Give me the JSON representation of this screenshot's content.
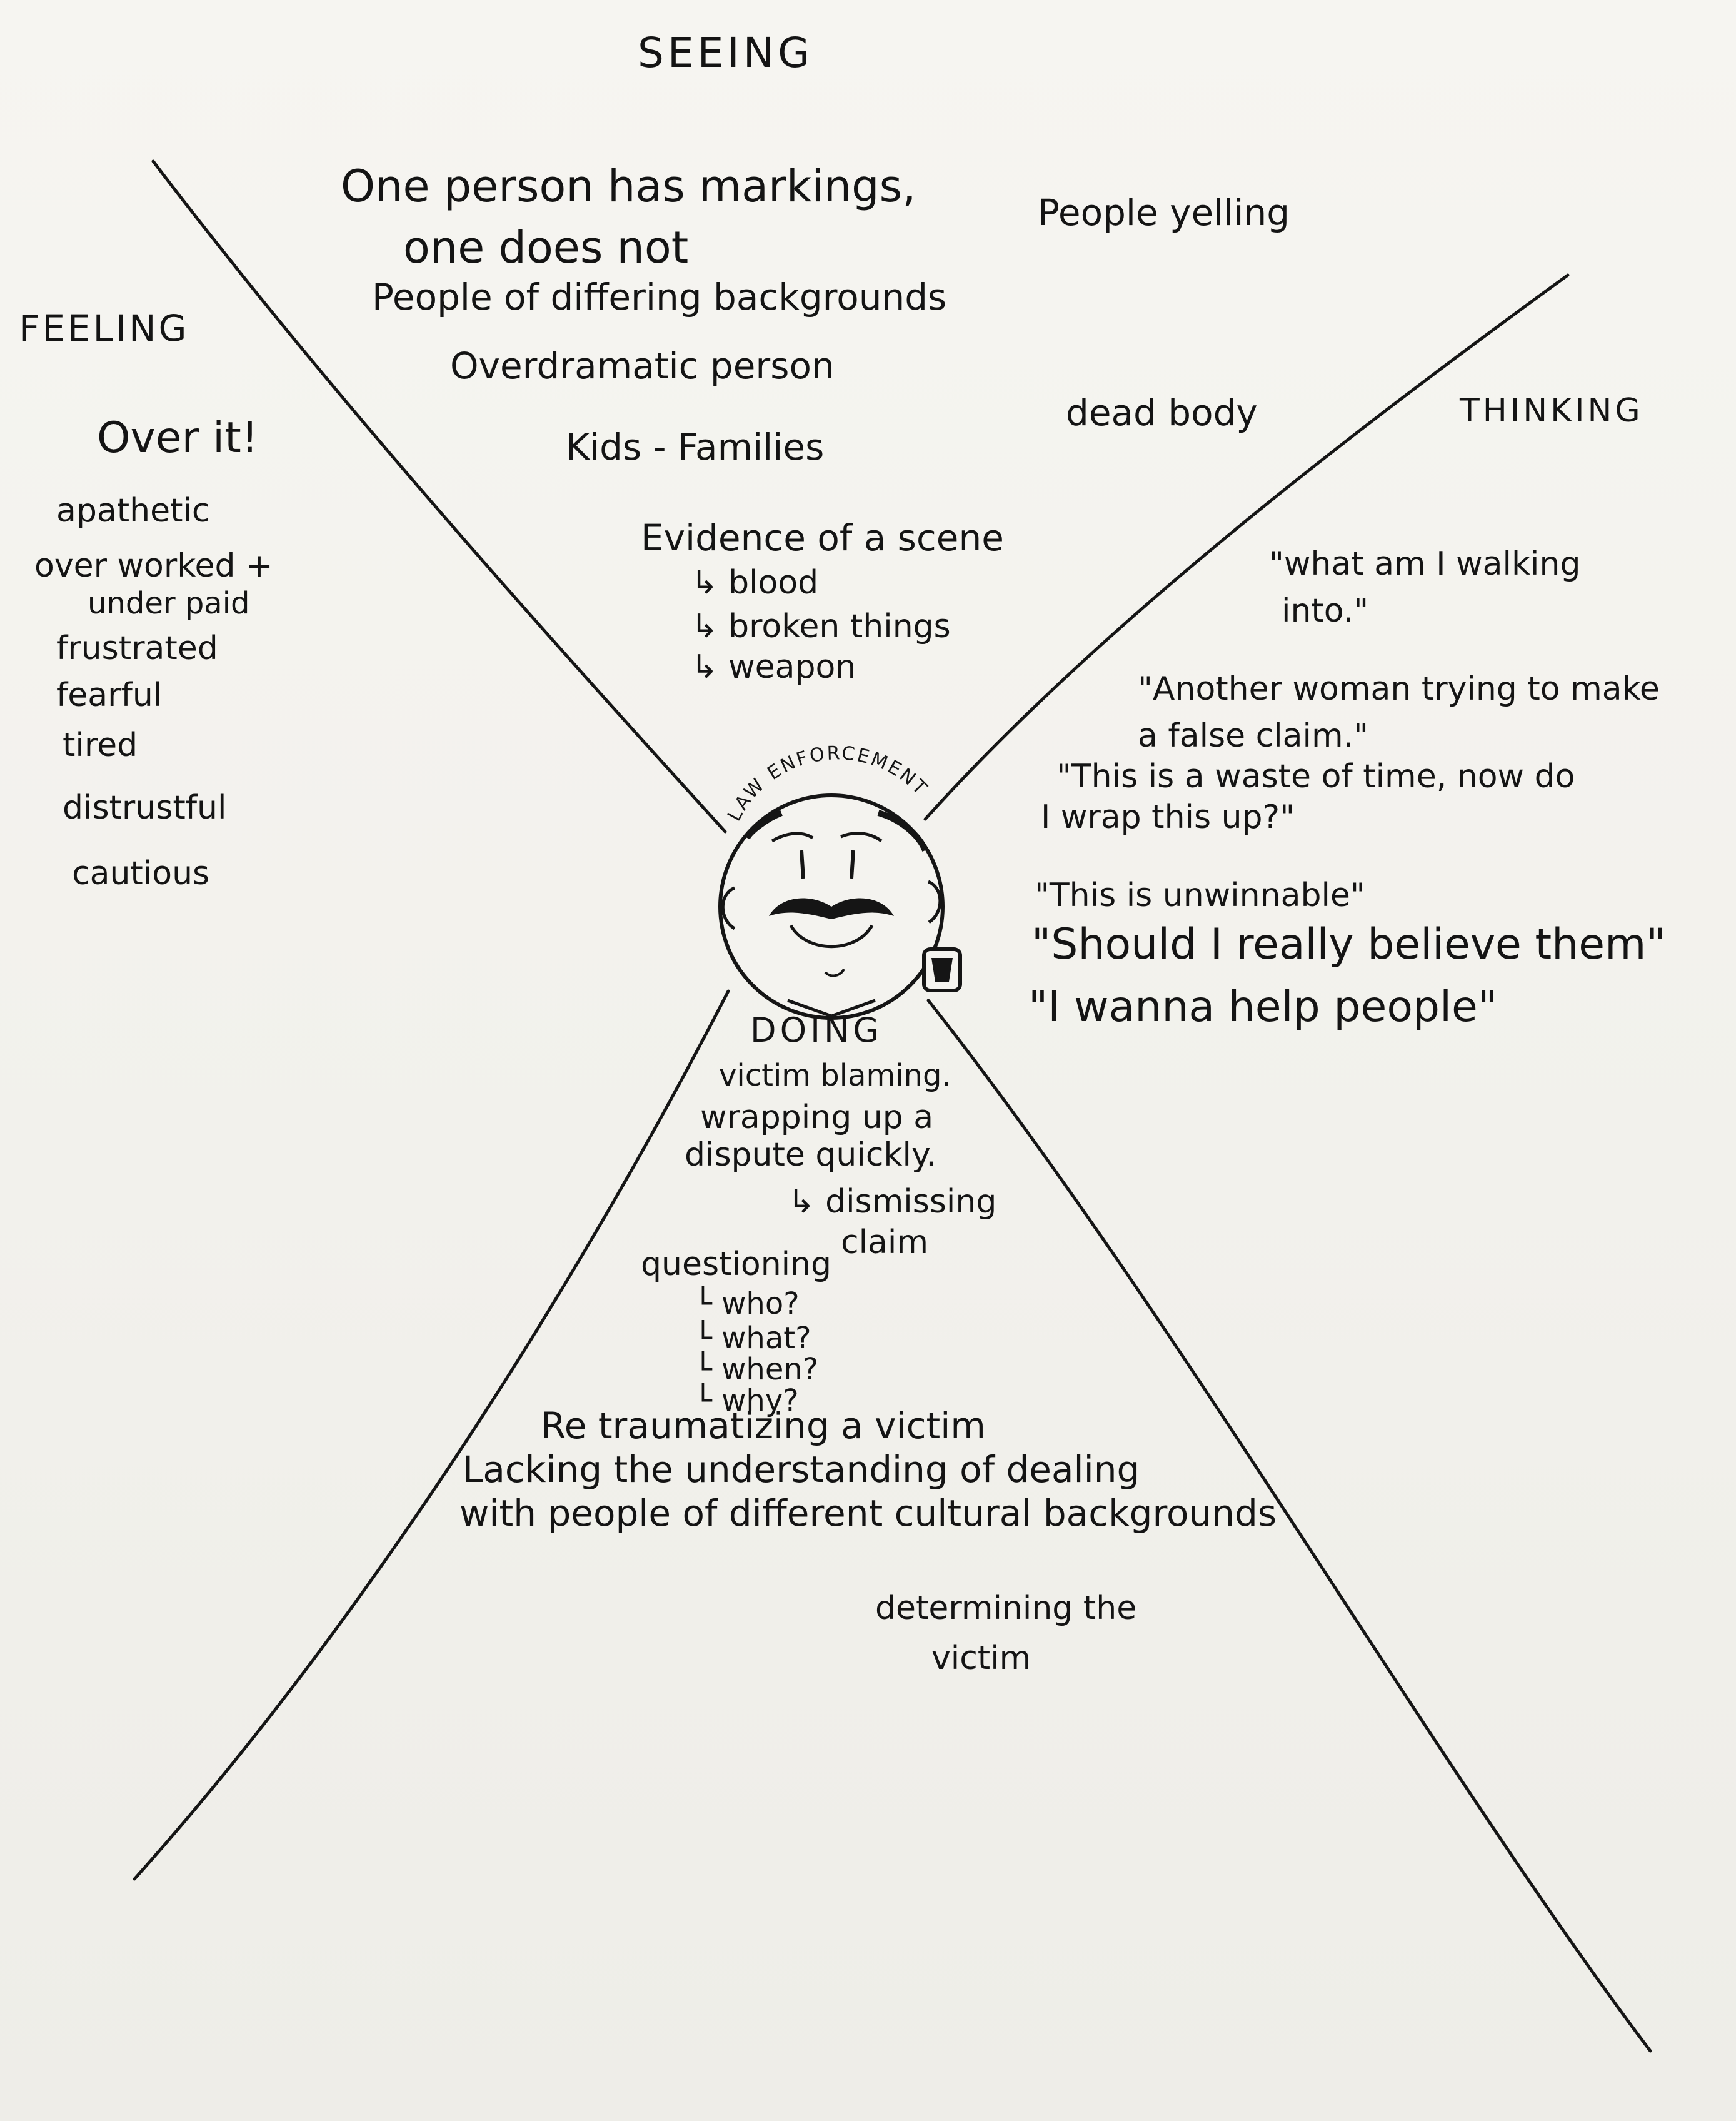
{
  "center": {
    "label": "LAW ENFORCEMENT"
  },
  "headers": {
    "seeing": "SEEING",
    "feeling": "FEELING",
    "thinking": "THINKING",
    "doing": "DOING"
  },
  "seeing": {
    "l1a": "One person has markings,",
    "l1b": "one does not",
    "l2": "People of differing backgrounds",
    "l3": "Overdramatic person",
    "l4": "Kids - Families",
    "l5": "Evidence of a scene",
    "l5a": "↳ blood",
    "l5b": "↳ broken things",
    "l5c": "↳ weapon",
    "l6": "People yelling",
    "l7": "dead body"
  },
  "feeling": {
    "l1": "Over it!",
    "l2": "apathetic",
    "l3a": "over worked +",
    "l3b": "under paid",
    "l4": "frustrated",
    "l5": "fearful",
    "l6": "tired",
    "l7": "distrustful",
    "l8": "cautious"
  },
  "thinking": {
    "l1a": "\"what am I walking",
    "l1b": "into.\"",
    "l2a": "\"Another woman trying to make",
    "l2b": "a false claim.\"",
    "l3a": "\"This is a waste  of time, now do",
    "l3b": "I wrap this up?\"",
    "l4": "\"This is unwinnable\"",
    "l5": "\"Should I really believe them\"",
    "l6": "\"I wanna  help people\""
  },
  "doing": {
    "l1": "victim blaming.",
    "l2a": "wrapping up a",
    "l2b": "dispute quickly.",
    "l3a": "↳ dismissing",
    "l3b": "claim",
    "l4": "questioning",
    "l4a": "└ who?",
    "l4b": "└ what?",
    "l4c": "└ when?",
    "l4d": "└ why?",
    "l5": "Re traumatizing a victim",
    "l6a": "Lacking the understanding of dealing",
    "l6b": "with people of different cultural backgrounds",
    "l7a": "determining the",
    "l7b": "victim"
  },
  "icons": {
    "avatar": "police-officer-face-icon",
    "badge": "police-badge-icon"
  }
}
